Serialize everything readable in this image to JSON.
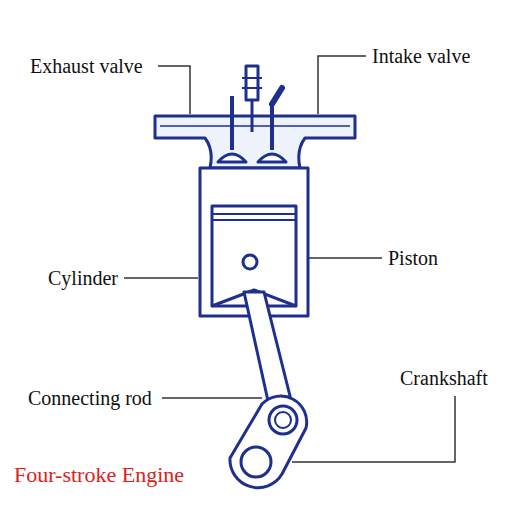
{
  "diagram": {
    "caption": "Four-stroke Engine",
    "labels": [
      "Exhaust valve",
      "Intake valve",
      "Cylinder",
      "Piston",
      "Connecting rod",
      "Crankshaft"
    ]
  }
}
